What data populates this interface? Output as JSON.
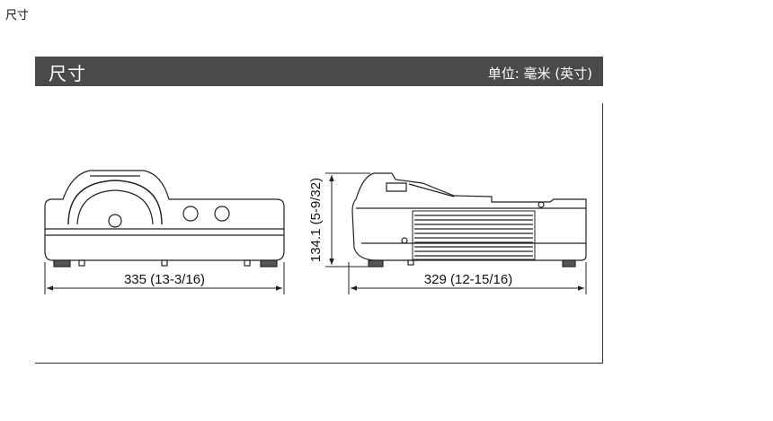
{
  "page_heading": "尺寸",
  "banner": {
    "title": "尺寸",
    "unit": "单位: 毫米 (英寸)"
  },
  "dimensions": {
    "front_width": "335 (13-3/16)",
    "side_height": "134.1 (5-9/32)",
    "side_depth": "329 (12-15/16)"
  },
  "colors": {
    "banner_bg": "#4a4a4a",
    "line": "#222222"
  }
}
